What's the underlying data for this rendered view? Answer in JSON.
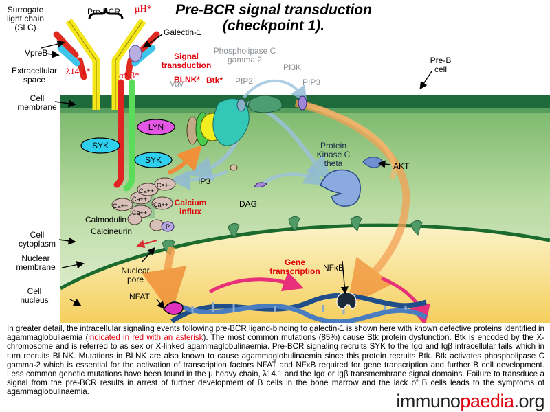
{
  "title": {
    "line1": "Pre-BCR signal transduction",
    "line2": "(checkpoint 1)."
  },
  "labels": {
    "slc": "Surrogate light chain (SLC)",
    "pre_bcr": "Pre-BCR",
    "mu_h": "μH*",
    "galectin": "Galectin-1",
    "vpreb": "VpreB",
    "extracellular": "Extracellular space",
    "lambda": "λ14.1*",
    "alpha_beta": "α* β*",
    "cell_membrane": "Cell membrane",
    "signal_transduction": "Signal transduction",
    "blnk": "BLNK*",
    "btk": "Btk*",
    "vav": "Vav",
    "plc": "Phospholipase C gamma 2",
    "pi3k": "PI3K",
    "pip2": "PIP2",
    "pip3": "PIP3",
    "preb_cell": "Pre-B cell",
    "lyn": "LYN",
    "syk1": "SYK",
    "syk2": "SYK",
    "pkc": "Protein Kinase C theta",
    "akt": "AKT",
    "ip3": "IP3",
    "dag": "DAG",
    "ca": "Ca++",
    "calcium_influx": "Calcium influx",
    "calmodulin": "Calmodulin",
    "calcineurin": "Calcineurin",
    "p_label": "P",
    "cell_cytoplasm": "Cell cytoplasm",
    "nuclear_membrane": "Nuclear membrane",
    "nuclear_pore": "Nuclear pore",
    "gene_transcription": "Gene transcription",
    "nfkb": "NFκB",
    "cell_nucleus": "Cell nucleus",
    "nfat": "NFAT"
  },
  "caption": {
    "part1": "In greater detail, the intracellular signaling events following pre-BCR ligand-binding to galectin-1 is shown here with known defective proteins identified in agammaglobuliaemia (",
    "highlight": "indicated in red with an asterisk",
    "part2": "). The most common mutations (85%) cause Btk protein dysfunction. Btk is encoded by the X-chromosome and is referred to as sex or X-linked agammaglobulinaemia. Pre-BCR signaling recruits SYK to the Igα and Igβ intracellular tails which in turn recruits BLNK. Mutations in BLNK are also known to cause agammaglobulinaemia since this protein recruits Btk. Btk activates phospholipase C gamma-2 which is essential for the activation of transcription factors NFAT and NFκB required for gene transcription and further B cell development. Less common genetic mutations have been found in the μ heavy chain, λ14.1 and the Igα  or Igβ transmembrane signal domains. Failure to transduce a signal from the pre-BCR results in arrest of further development of B cells in the bone marrow and the lack of B cells leads to the symptoms of agammaglobulinaemia."
  },
  "logo": {
    "left": "immuno",
    "mid": "paedia",
    "right": ".org"
  }
}
